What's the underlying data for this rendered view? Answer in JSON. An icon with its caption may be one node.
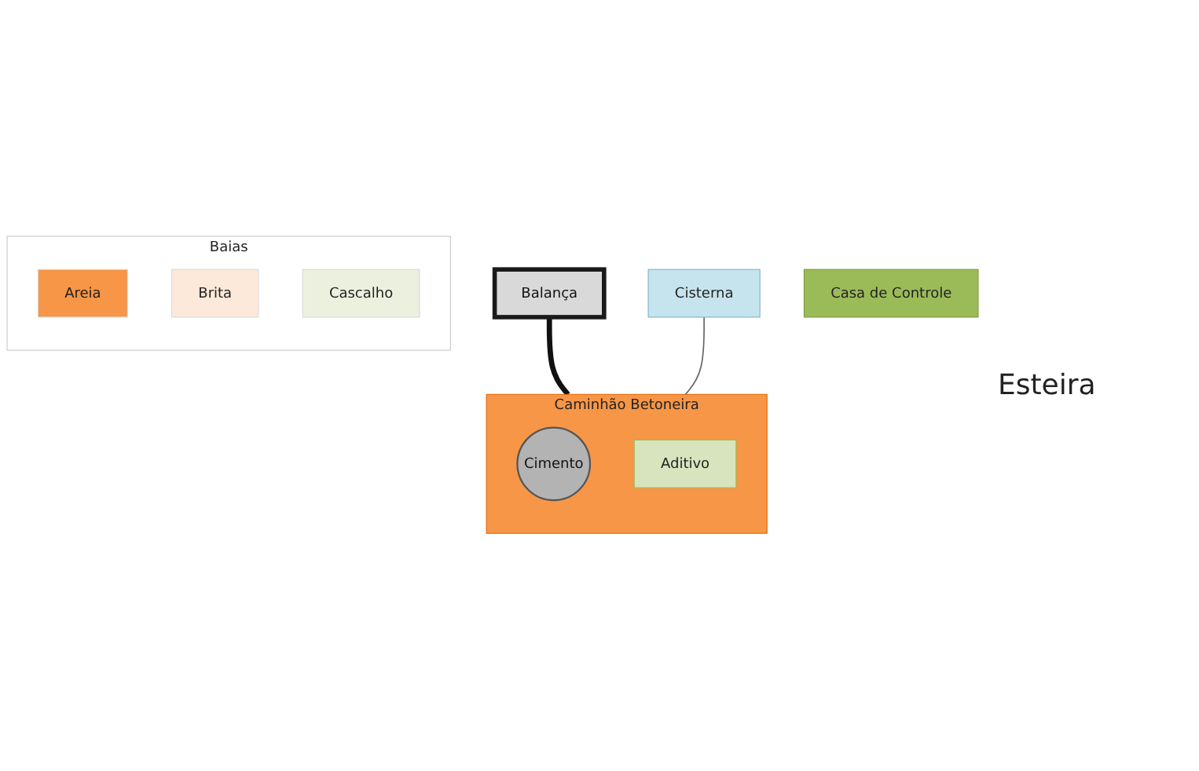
{
  "diagram": {
    "nodes": [
      {
        "text": [
          "Balança"
        ]
      },
      {
        "text": [
          "Cisterna"
        ]
      },
      {
        "text": [
          "Casa de Controle"
        ]
      },
      {
        "text": [
          "Caminhão Betoneira"
        ]
      },
      {
        "text": [
          "Cimento"
        ],
        "in": 3
      },
      {
        "text": [
          "Aditivo"
        ],
        "in": 3
      },
      {
        "text": [
          "Baias"
        ]
      },
      {
        "text": [
          "Areia"
        ],
        "in": 6
      },
      {
        "text": [
          "Brita"
        ],
        "in": 6
      },
      {
        "text": [
          "Cascalho"
        ],
        "in": 6
      }
    ],
    "edges": [
      {
        "from": 0,
        "to": 3,
        "arrow": "none",
        "style": "thick"
      },
      {
        "from": 1,
        "to": 3,
        "arrow": "none"
      }
    ],
    "labels": [
      "Esteira"
    ]
  }
}
